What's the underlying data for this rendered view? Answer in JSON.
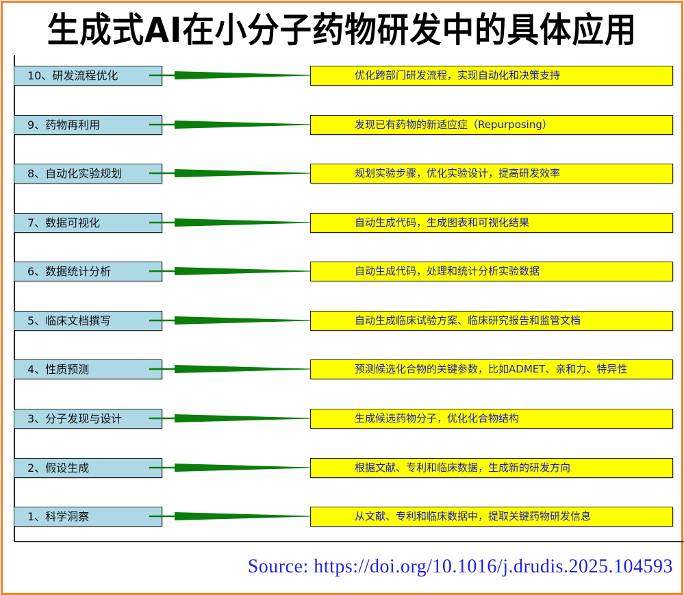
{
  "title": "生成式AI在小分子药物研发中的具体应用",
  "colors": {
    "frame": "#f5812a",
    "label_fill": "#add8e6",
    "desc_fill": "#ffff00",
    "desc_text": "#1a1acc",
    "connector": "#0a7d0a",
    "source_text": "#1f1fe6"
  },
  "rows": [
    {
      "label": "10、研发流程优化",
      "description": "优化跨部门研发流程，实现自动化和决策支持"
    },
    {
      "label": "9、药物再利用",
      "description": "发现已有药物的新适应症（Repurposing）"
    },
    {
      "label": "8、自动化实验规划",
      "description": "规划实验步骤，优化实验设计，提高研发效率"
    },
    {
      "label": "7、数据可视化",
      "description": "自动生成代码，生成图表和可视化结果"
    },
    {
      "label": "6、数据统计分析",
      "description": "自动生成代码，处理和统计分析实验数据"
    },
    {
      "label": "5、临床文档撰写",
      "description": "自动生成临床试验方案、临床研究报告和监管文档"
    },
    {
      "label": "4、性质预测",
      "description": "预测候选化合物的关键参数，比如ADMET、亲和力、特异性"
    },
    {
      "label": "3、分子发现与设计",
      "description": "生成候选药物分子，优化化合物结构"
    },
    {
      "label": "2、假设生成",
      "description": "根据文献、专利和临床数据，生成新的研发方向"
    },
    {
      "label": "1、科学洞察",
      "description": "从文献、专利和临床数据中，提取关键药物研发信息"
    }
  ],
  "source": "Source: https://doi.org/10.1016/j.drudis.2025.104593"
}
